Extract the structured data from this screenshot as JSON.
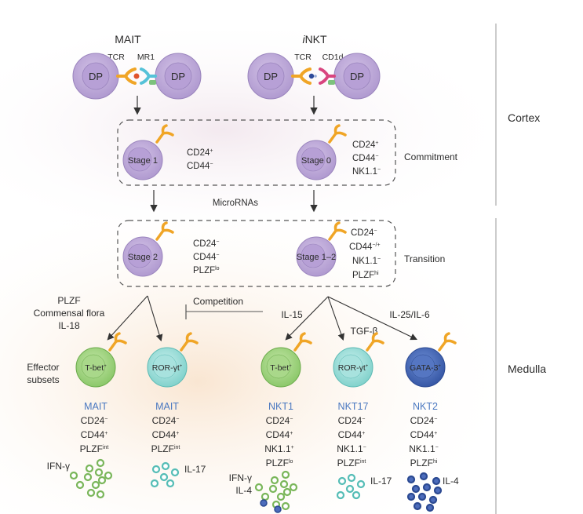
{
  "titles": {
    "mait": "MAIT",
    "inkt_prefix": "i",
    "inkt": "NKT"
  },
  "receptors": {
    "tcr_mait": "TCR",
    "mr1": "MR1",
    "tcr_inkt": "TCR",
    "cd1d": "CD1d"
  },
  "dp_label": "DP",
  "zones": {
    "cortex": "Cortex",
    "medulla": "Medulla"
  },
  "commitment": {
    "label": "Commitment",
    "mait_stage": "Stage 1",
    "mait_markers": [
      "CD24",
      "CD44"
    ],
    "mait_sup": [
      "+",
      "−"
    ],
    "inkt_stage": "Stage 0",
    "inkt_markers": [
      "CD24",
      "CD44",
      "NK1.1"
    ],
    "inkt_sup": [
      "+",
      "−",
      "−"
    ]
  },
  "microrna": "MicroRNAs",
  "transition": {
    "label": "Transition",
    "mait_stage": "Stage 2",
    "mait_markers": [
      "CD24",
      "CD44",
      "PLZF"
    ],
    "mait_sup": [
      "−",
      "−",
      "lo"
    ],
    "inkt_stage": "Stage 1–2",
    "inkt_markers": [
      "CD24",
      "CD44",
      "NK1.1",
      "PLZF"
    ],
    "inkt_sup": [
      "−",
      "−/+",
      "−",
      "hi"
    ]
  },
  "signals": {
    "mait": [
      "PLZF",
      "Commensal flora",
      "IL-18"
    ],
    "competition": "Competition",
    "il15": "IL-15",
    "tgfb": "TGF-β",
    "il25": "IL-25/IL-6"
  },
  "effector_label": [
    "Effector",
    "subsets"
  ],
  "effectors": [
    {
      "tf": "T-bet",
      "name": "MAIT",
      "markers": [
        "CD24",
        "CD44",
        "PLZF"
      ],
      "sup": [
        "−",
        "+",
        "int"
      ],
      "cytokine": "IFN-γ",
      "color": "#8cc86a"
    },
    {
      "tf": "ROR-γt",
      "name": "MAIT",
      "markers": [
        "CD24",
        "CD44",
        "PLZF"
      ],
      "sup": [
        "−",
        "+",
        "int"
      ],
      "cytokine": "IL-17",
      "color": "#7fd3cf"
    },
    {
      "tf": "T-bet",
      "name": "NKT1",
      "markers": [
        "CD24",
        "CD44",
        "NK1.1",
        "PLZF"
      ],
      "sup": [
        "−",
        "+",
        "+",
        "lo"
      ],
      "cytokine": "IFN-γ",
      "cytokine2": "IL-4",
      "color": "#8cc86a"
    },
    {
      "tf": "ROR-γt",
      "name": "NKT17",
      "markers": [
        "CD24",
        "CD44",
        "NK1.1",
        "PLZF"
      ],
      "sup": [
        "−",
        "+",
        "−",
        "int"
      ],
      "cytokine": "IL-17",
      "color": "#7fd3cf"
    },
    {
      "tf": "GATA-3",
      "name": "NKT2",
      "markers": [
        "CD24",
        "CD44",
        "NK1.1",
        "PLZF"
      ],
      "sup": [
        "−",
        "+",
        "−",
        "hi"
      ],
      "cytokine": "IL-4",
      "color": "#3f63b0"
    }
  ],
  "colors": {
    "purple": "#b9a3d6",
    "tcr": "#f0a526",
    "mr1": "#56c2d8",
    "cd1d": "#d8457f",
    "green": "#8cc86a",
    "teal": "#7fd3cf",
    "blue": "#3f63b0",
    "label_blue": "#4a78c0"
  }
}
